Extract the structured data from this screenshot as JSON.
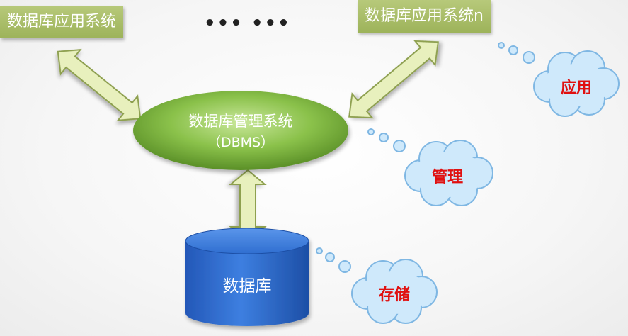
{
  "boxes": {
    "app1": "数据库应用系统",
    "appN": "数据库应用系统n"
  },
  "ellipsis": "••• •••",
  "dbms": {
    "title": "数据库管理系统",
    "subtitle": "（DBMS）"
  },
  "database": {
    "label": "数据库"
  },
  "clouds": {
    "app": "应用",
    "manage": "管理",
    "store": "存储"
  },
  "colors": {
    "box_fill": "#a4ba62",
    "arrow_fill": "#e8f0bd",
    "arrow_stroke": "#8ea050",
    "ellipse_fill": "#7fb43a",
    "cylinder_fill": "#2f6ed0",
    "cloud_fill": "#cfe9fb",
    "cloud_stroke": "#7fb7e3",
    "cloud_text": "#e01010"
  }
}
